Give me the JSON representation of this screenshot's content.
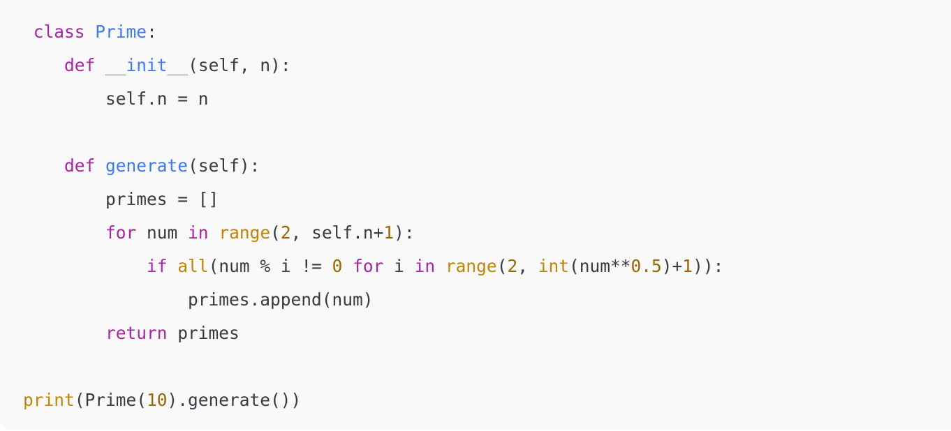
{
  "code_block": {
    "language": "python",
    "colors": {
      "background": "#f9f9f9",
      "text": "#383a42",
      "keyword": "#a626a4",
      "function": "#4078f2",
      "builtin": "#c18401",
      "number": "#986801"
    },
    "lines": [
      [
        {
          "t": " "
        },
        {
          "t": "class",
          "c": "kw"
        },
        {
          "t": " "
        },
        {
          "t": "Prime",
          "c": "fn"
        },
        {
          "t": ":"
        }
      ],
      [
        {
          "t": "    "
        },
        {
          "t": "def",
          "c": "kw"
        },
        {
          "t": " "
        },
        {
          "t": "__init__",
          "c": "fn"
        },
        {
          "t": "(self, n):"
        }
      ],
      [
        {
          "t": "        self.n = n"
        }
      ],
      [
        {
          "t": ""
        }
      ],
      [
        {
          "t": "    "
        },
        {
          "t": "def",
          "c": "kw"
        },
        {
          "t": " "
        },
        {
          "t": "generate",
          "c": "fn"
        },
        {
          "t": "(self):"
        }
      ],
      [
        {
          "t": "        primes = []"
        }
      ],
      [
        {
          "t": "        "
        },
        {
          "t": "for",
          "c": "kw"
        },
        {
          "t": " num "
        },
        {
          "t": "in",
          "c": "kw"
        },
        {
          "t": " "
        },
        {
          "t": "range",
          "c": "bi"
        },
        {
          "t": "("
        },
        {
          "t": "2",
          "c": "num"
        },
        {
          "t": ", self.n+"
        },
        {
          "t": "1",
          "c": "num"
        },
        {
          "t": "):"
        }
      ],
      [
        {
          "t": "            "
        },
        {
          "t": "if",
          "c": "kw"
        },
        {
          "t": " "
        },
        {
          "t": "all",
          "c": "bi"
        },
        {
          "t": "(num % i != "
        },
        {
          "t": "0",
          "c": "num"
        },
        {
          "t": " "
        },
        {
          "t": "for",
          "c": "kw"
        },
        {
          "t": " i "
        },
        {
          "t": "in",
          "c": "kw"
        },
        {
          "t": " "
        },
        {
          "t": "range",
          "c": "bi"
        },
        {
          "t": "("
        },
        {
          "t": "2",
          "c": "num"
        },
        {
          "t": ", "
        },
        {
          "t": "int",
          "c": "bi"
        },
        {
          "t": "(num**"
        },
        {
          "t": "0.5",
          "c": "num"
        },
        {
          "t": ")+"
        },
        {
          "t": "1",
          "c": "num"
        },
        {
          "t": ")):"
        }
      ],
      [
        {
          "t": "                primes.append(num)"
        }
      ],
      [
        {
          "t": "        "
        },
        {
          "t": "return",
          "c": "kw"
        },
        {
          "t": " primes"
        }
      ],
      [
        {
          "t": ""
        }
      ],
      [
        {
          "t": "print",
          "c": "bi"
        },
        {
          "t": "(Prime("
        },
        {
          "t": "10",
          "c": "num"
        },
        {
          "t": ").generate())"
        }
      ]
    ]
  }
}
